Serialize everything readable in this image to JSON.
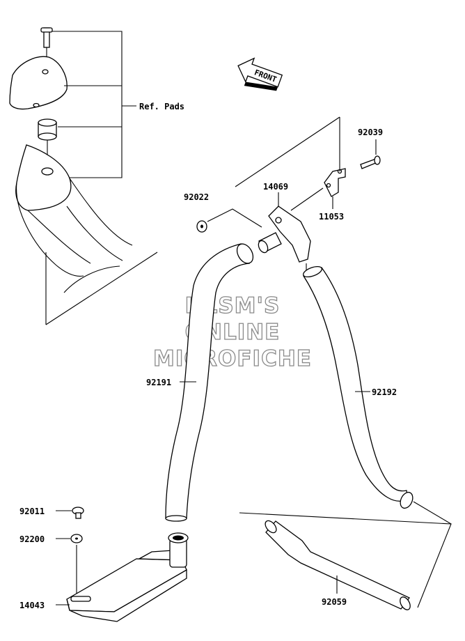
{
  "diagram": {
    "front_label": "FRONT",
    "ref_note": "Ref. Pads",
    "watermark": [
      "HLSM'S",
      "ONLINE",
      "MICROFICHE"
    ],
    "parts": {
      "p92039": "92039",
      "p14069": "14069",
      "p92022": "92022",
      "p11053": "11053",
      "p92191": "92191",
      "p92192": "92192",
      "p92011": "92011",
      "p92200": "92200",
      "p14043": "14043",
      "p92059": "92059"
    }
  }
}
